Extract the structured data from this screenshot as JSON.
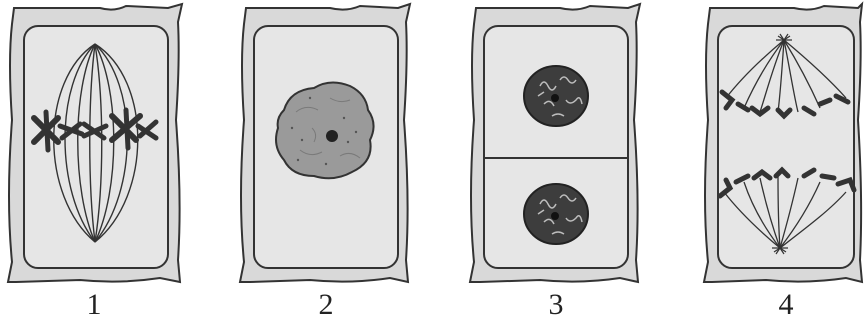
{
  "figure": {
    "colors": {
      "wall": "#d9d9d9",
      "cytoplasm": "#e6e6e6",
      "outline": "#333333",
      "chromosome": "#333333",
      "nucleus_fill": "#9a9a9a",
      "daughter_nucleus_fill": "#3d3d3d",
      "nucleolus": "#222222"
    },
    "cells": [
      {
        "label": "1",
        "stage_icon": "metaphase-cell"
      },
      {
        "label": "2",
        "stage_icon": "interphase-cell"
      },
      {
        "label": "3",
        "stage_icon": "telophase-cell"
      },
      {
        "label": "4",
        "stage_icon": "anaphase-cell"
      }
    ]
  }
}
